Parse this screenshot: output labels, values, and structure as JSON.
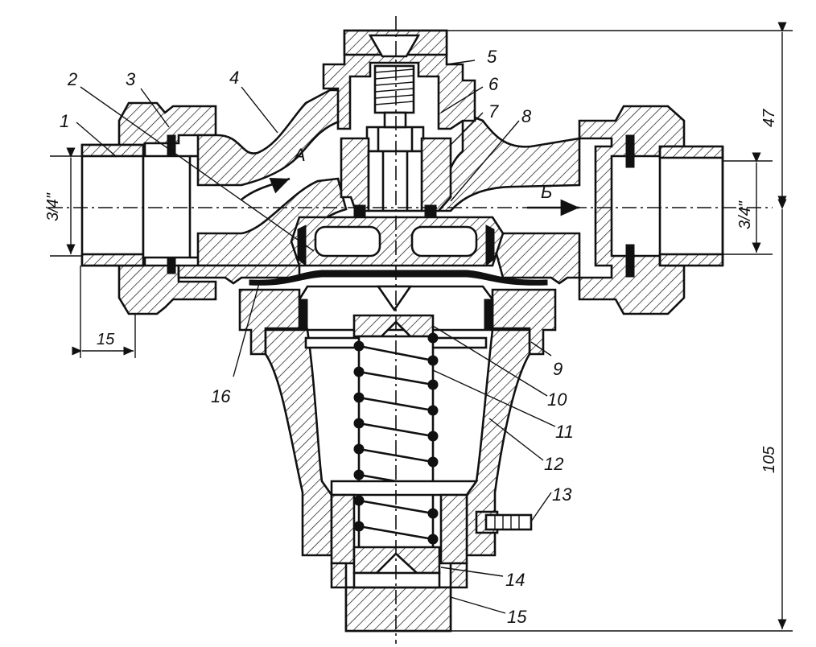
{
  "part_labels": [
    "1",
    "2",
    "3",
    "4",
    "5",
    "6",
    "7",
    "8",
    "9",
    "10",
    "11",
    "12",
    "13",
    "14",
    "15",
    "16"
  ],
  "flow_labels": {
    "inlet": "A",
    "outlet": "Б"
  },
  "dimensions": {
    "inlet_pipe": "3/4\"",
    "outlet_pipe": "3/4\"",
    "nut_width": "15",
    "top_height": "47",
    "bottom_height": "105"
  }
}
